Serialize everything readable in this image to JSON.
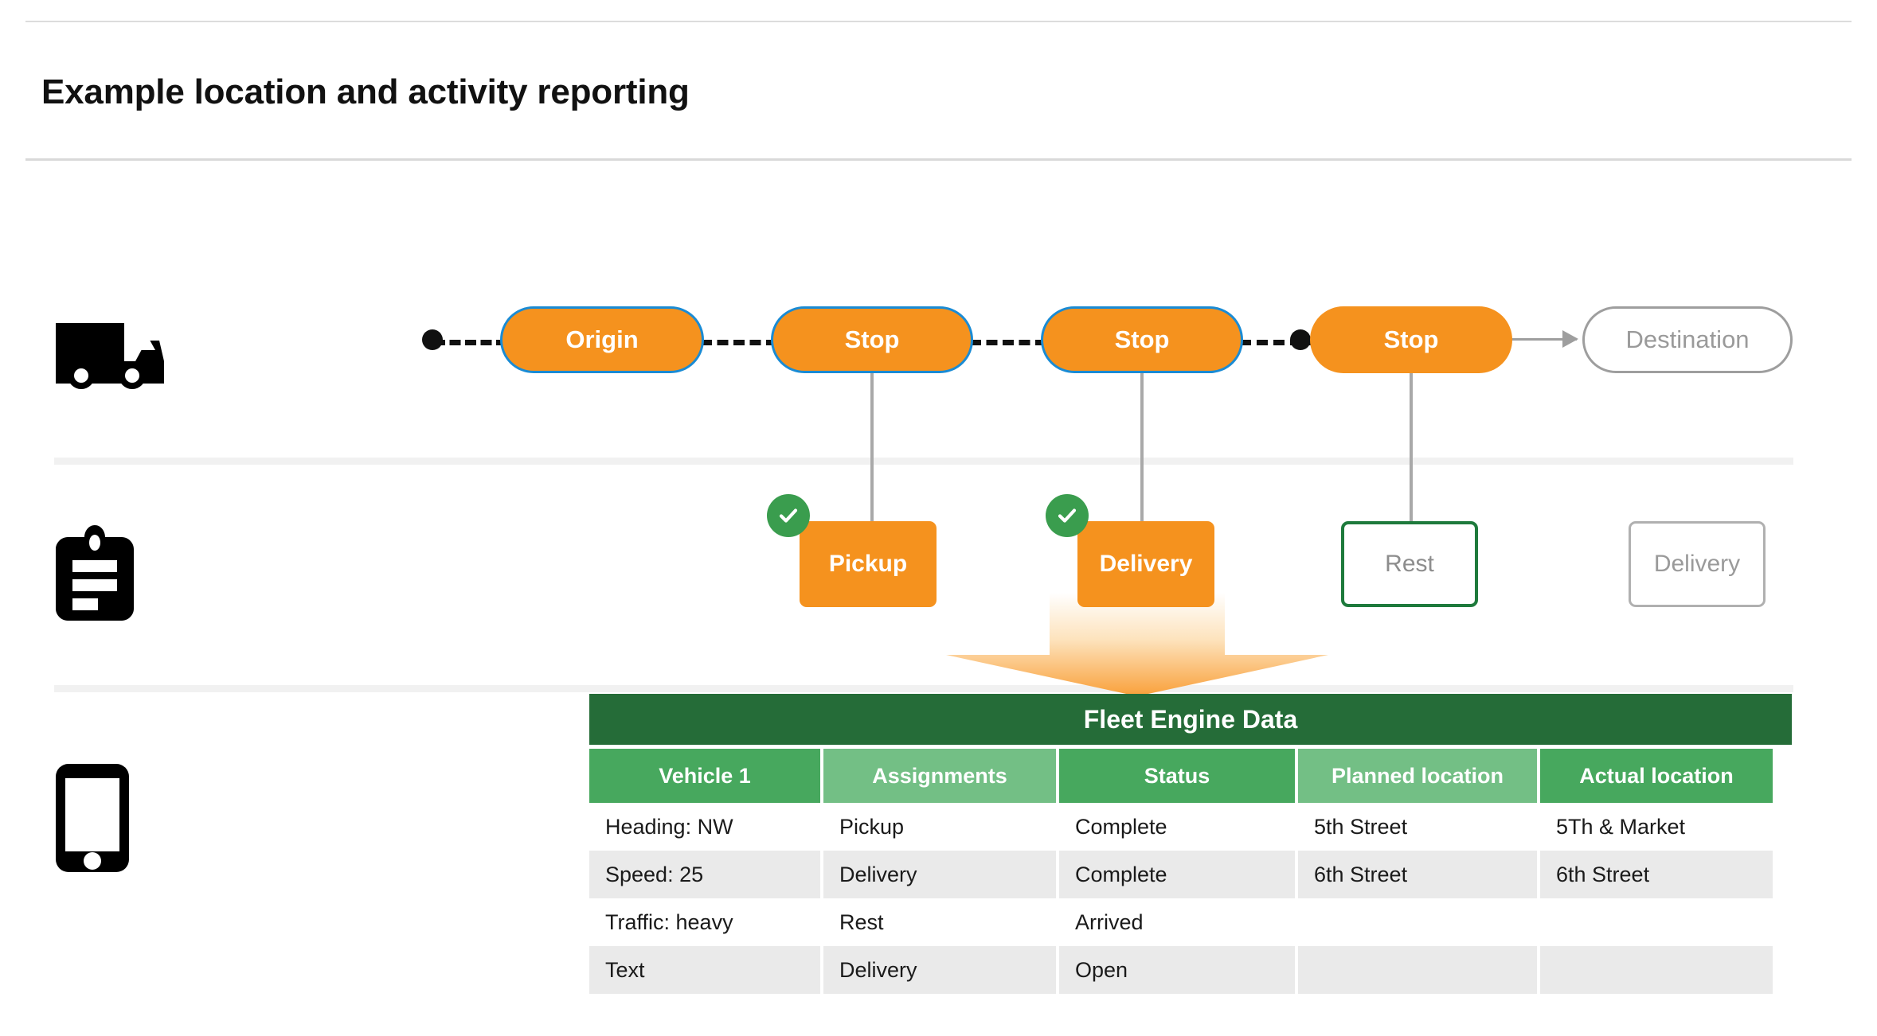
{
  "page": {
    "title": "Example location and activity reporting"
  },
  "icons": {
    "truck": "truck-icon",
    "clipboard": "clipboard-icon",
    "phone": "phone-icon"
  },
  "route": {
    "stops": [
      {
        "label": "Origin",
        "state": "active"
      },
      {
        "label": "Stop",
        "state": "active"
      },
      {
        "label": "Stop",
        "state": "active"
      },
      {
        "label": "Stop",
        "state": "current"
      },
      {
        "label": "Destination",
        "state": "pending"
      }
    ]
  },
  "activities": [
    {
      "label": "Pickup",
      "state": "complete",
      "checked": true
    },
    {
      "label": "Delivery",
      "state": "complete",
      "checked": true
    },
    {
      "label": "Rest",
      "state": "arrived",
      "checked": false
    },
    {
      "label": "Delivery",
      "state": "open",
      "checked": false
    }
  ],
  "table": {
    "title": "Fleet Engine Data",
    "columns": [
      "Vehicle 1",
      "Assignments",
      "Status",
      "Planned location",
      "Actual location"
    ],
    "rows": [
      [
        "Heading: NW",
        "Pickup",
        "Complete",
        "5th Street",
        "5Th & Market"
      ],
      [
        "Speed: 25",
        "Delivery",
        "Complete",
        "6th Street",
        "6th Street"
      ],
      [
        "Traffic: heavy",
        "Rest",
        "Arrived",
        "",
        ""
      ],
      [
        "Text",
        "Delivery",
        "Open",
        "",
        ""
      ]
    ]
  },
  "colors": {
    "orange": "#F5921E",
    "blue_border": "#1A8BD4",
    "green_dark": "#256C38",
    "green_header_dark": "#47A85E",
    "green_header_light": "#73BF85",
    "green_check": "#3A9D4E",
    "gray_outline": "#9e9e9e",
    "row_shade": "#eaeaea"
  }
}
